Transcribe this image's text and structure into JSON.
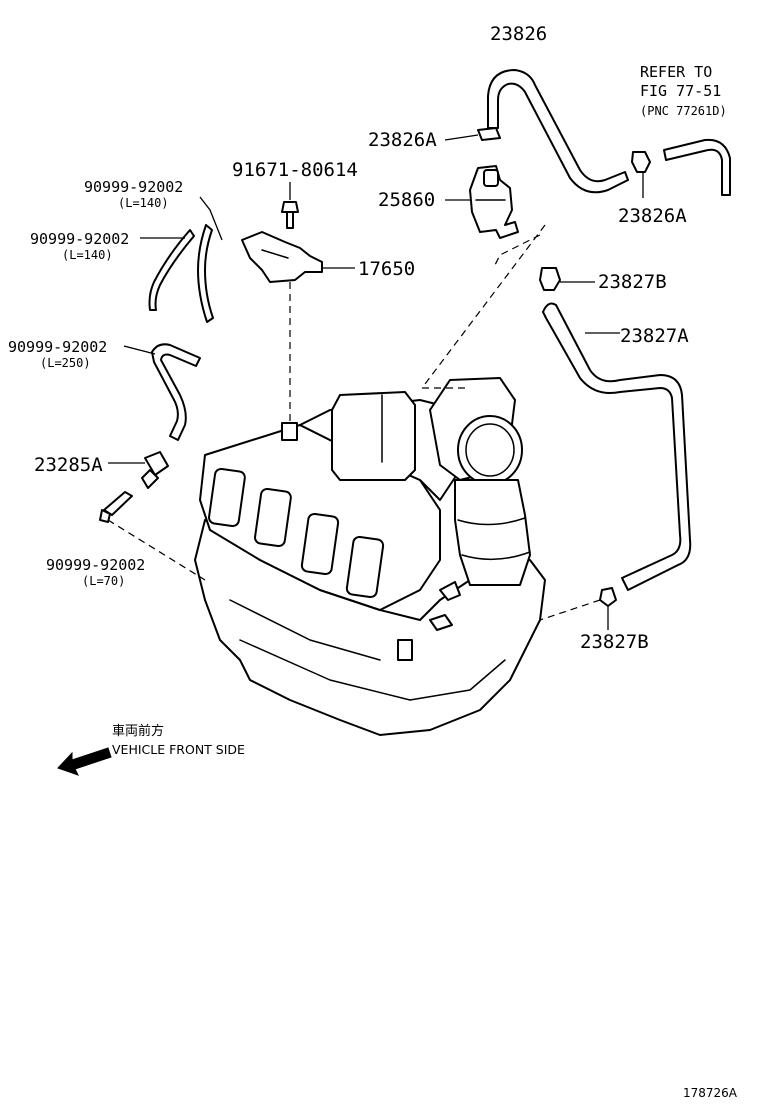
{
  "labels": {
    "p23826": "23826",
    "p23826A_top": "23826A",
    "p23826A_right": "23826A",
    "p25860": "25860",
    "p23827B_top": "23827B",
    "p23827A": "23827A",
    "p23827B_bottom": "23827B",
    "p91671": "91671-80614",
    "p17650": "17650",
    "p23285A": "23285A",
    "hose1_no": "90999-92002",
    "hose1_len": "(L=140)",
    "hose2_no": "90999-92002",
    "hose2_len": "(L=140)",
    "hose3_no": "90999-92002",
    "hose3_len": "(L=250)",
    "hose4_no": "90999-92002",
    "hose4_len": "(L=70)",
    "refer_line1": "REFER TO",
    "refer_line2": "FIG 77-51",
    "refer_line3": "(PNC 77261D)"
  },
  "direction": {
    "japanese": "車両前方",
    "english": "VEHICLE FRONT SIDE",
    "icon": "arrow-left-down-icon"
  },
  "figure_id": "178726A",
  "colors": {
    "line": "#000000",
    "background": "#ffffff"
  }
}
